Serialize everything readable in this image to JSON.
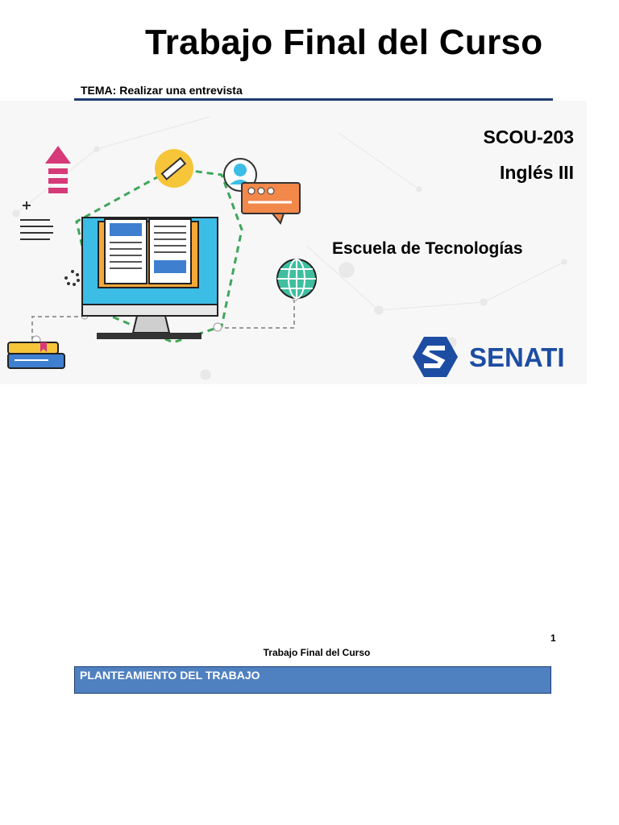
{
  "document": {
    "title": "Trabajo Final del Curso",
    "topic_label": "TEMA:",
    "topic_text": "Realizar una entrevista"
  },
  "cover": {
    "course_code": "SCOU-203",
    "course_name": "Inglés III",
    "school": "Escuela de Tecnologías",
    "logo_text": "SENATI",
    "colors": {
      "logo_blue": "#1d4da3",
      "monitor_blue": "#3cbde6",
      "book_orange": "#f4a83a",
      "arrow_pink": "#d63a78",
      "bubble_orange": "#f2884a",
      "globe_green": "#3fbf9f",
      "pencil_yellow": "#f6c53a",
      "dashed_green": "#3fa65a"
    },
    "icons": [
      "upload-arrow-icon",
      "pencil-icon",
      "user-icon",
      "chat-bubble-icon",
      "document-lines-icon",
      "book-icon",
      "loading-icon",
      "globe-icon",
      "books-stack-icon",
      "monitor-icon"
    ]
  },
  "page": {
    "number": "1",
    "header_title": "Trabajo Final del Curso",
    "section_heading": "PLANTEAMIENTO DEL TRABAJO"
  }
}
